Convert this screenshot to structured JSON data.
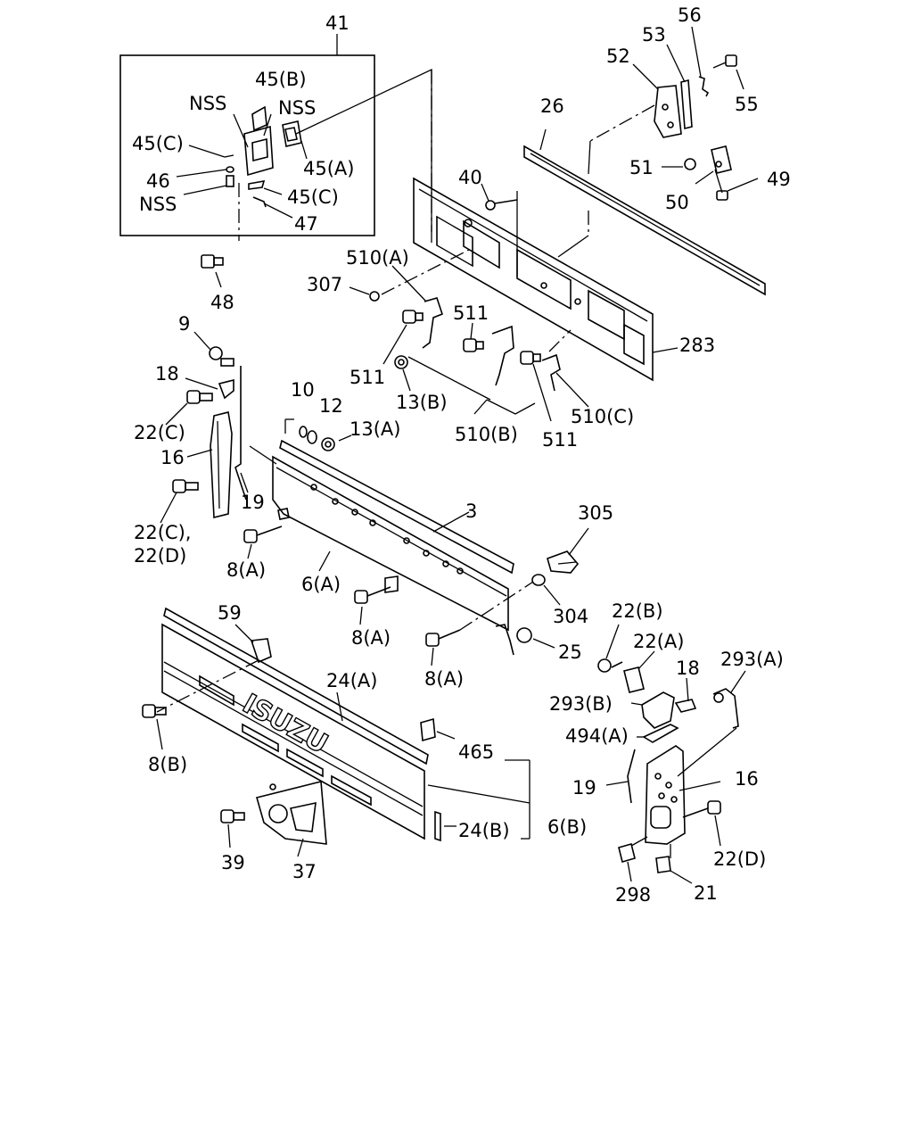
{
  "labels": {
    "l41": "41",
    "l45b": "45(B)",
    "lnss1": "NSS",
    "lnss2": "NSS",
    "l45c1": "45(C)",
    "l46": "46",
    "lnss3": "NSS",
    "l45a": "45(A)",
    "l45c2": "45(C)",
    "l47": "47",
    "l48": "48",
    "l56": "56",
    "l53": "53",
    "l52": "52",
    "l55": "55",
    "l26": "26",
    "l40": "40",
    "l51": "51",
    "l50": "50",
    "l49": "49",
    "l510a": "510(A)",
    "l307": "307",
    "l511a": "511",
    "l511b": "511",
    "l283": "283",
    "l9": "9",
    "l18a": "18",
    "l511c": "511",
    "l13b": "13(B)",
    "l510c": "510(C)",
    "l10": "10",
    "l12": "12",
    "l13a": "13(A)",
    "l22c1": "22(C)",
    "l510b": "510(B)",
    "l511d": "511",
    "l16a": "16",
    "l19a": "19",
    "l3": "3",
    "l305": "305",
    "l22c2": "22(C),",
    "l22d1": "22(D)",
    "l8a1": "8(A)",
    "l6a": "6(A)",
    "l304": "304",
    "l22b": "22(B)",
    "l59": "59",
    "l8a2": "8(A)",
    "l22a": "22(A)",
    "l293a": "293(A)",
    "l25": "25",
    "l18b": "18",
    "l24a": "24(A)",
    "l8a3": "8(A)",
    "l293b": "293(B)",
    "l494a": "494(A)",
    "l8b": "8(B)",
    "l465": "465",
    "l16b": "16",
    "l19b": "19",
    "l24b": "24(B)",
    "l6b": "6(B)",
    "l22d2": "22(D)",
    "l39": "39",
    "l37": "37",
    "l298": "298",
    "l21": "21"
  },
  "grille_brand": "ISUZU"
}
